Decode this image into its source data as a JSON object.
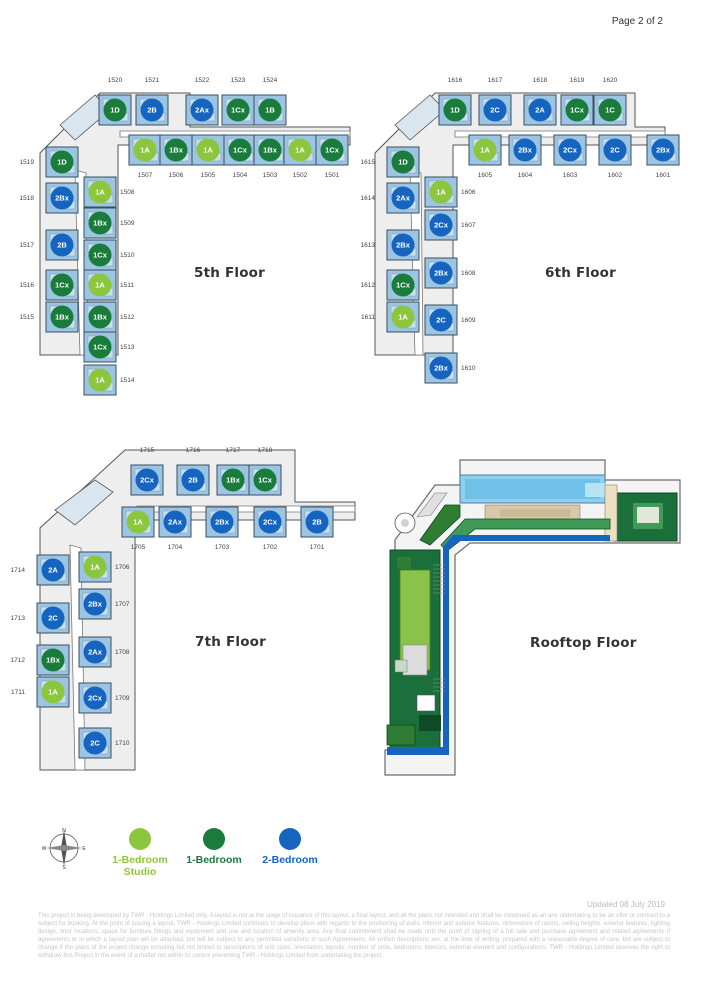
{
  "page": {
    "label": "Page 2 of 2",
    "updated": "Updated 08 July 2019"
  },
  "colors": {
    "studio": "#8cc63f",
    "one_bed": "#1a7c3b",
    "two_bed": "#1565c0",
    "unit_fill": "#9cc5e4",
    "wall": "#3a4f60"
  },
  "floors": {
    "f5": {
      "title": "5th Floor",
      "top_units": [
        {
          "no": "1520",
          "type": "1D",
          "t": "1"
        },
        {
          "no": "1521",
          "type": "2B",
          "t": "2"
        },
        {
          "no": "1522",
          "type": "2Ax",
          "t": "2"
        },
        {
          "no": "1523",
          "type": "1Cx",
          "t": "1"
        },
        {
          "no": "1524",
          "type": "1B",
          "t": "1"
        }
      ],
      "mid_units": [
        {
          "no": "1507",
          "type": "1A",
          "t": "s"
        },
        {
          "no": "1506",
          "type": "1Bx",
          "t": "1"
        },
        {
          "no": "1505",
          "type": "1A",
          "t": "s"
        },
        {
          "no": "1504",
          "type": "1Cx",
          "t": "1"
        },
        {
          "no": "1503",
          "type": "1Bx",
          "t": "1"
        },
        {
          "no": "1502",
          "type": "1A",
          "t": "s"
        },
        {
          "no": "1501",
          "type": "1Cx",
          "t": "1"
        }
      ],
      "left_units": [
        {
          "no": "1519",
          "type": "1D",
          "t": "1"
        },
        {
          "no": "1518",
          "type": "2Bx",
          "t": "2"
        },
        {
          "no": "1517",
          "type": "2B",
          "t": "2"
        },
        {
          "no": "1516",
          "type": "1Cx",
          "t": "1"
        },
        {
          "no": "1515",
          "type": "1Bx",
          "t": "1"
        }
      ],
      "inner_units": [
        {
          "no": "1508",
          "type": "1A",
          "t": "s"
        },
        {
          "no": "1509",
          "type": "1Bx",
          "t": "1"
        },
        {
          "no": "1510",
          "type": "1Cx",
          "t": "1"
        },
        {
          "no": "1511",
          "type": "1A",
          "t": "s"
        },
        {
          "no": "1512",
          "type": "1Bx",
          "t": "1"
        },
        {
          "no": "1513",
          "type": "1Cx",
          "t": "1"
        },
        {
          "no": "1514",
          "type": "1A",
          "t": "s"
        }
      ]
    },
    "f6": {
      "title": "6th Floor",
      "top_units": [
        {
          "no": "1616",
          "type": "1D",
          "t": "1"
        },
        {
          "no": "1617",
          "type": "2C",
          "t": "2"
        },
        {
          "no": "1618",
          "type": "2A",
          "t": "2"
        },
        {
          "no": "1619",
          "type": "1Cx",
          "t": "1"
        },
        {
          "no": "1620",
          "type": "1C",
          "t": "1"
        }
      ],
      "mid_units": [
        {
          "no": "1605",
          "type": "1A",
          "t": "s"
        },
        {
          "no": "1604",
          "type": "2Bx",
          "t": "2"
        },
        {
          "no": "1603",
          "type": "2Cx",
          "t": "2"
        },
        {
          "no": "1602",
          "type": "2C",
          "t": "2"
        },
        {
          "no": "1601",
          "type": "2Bx",
          "t": "2"
        }
      ],
      "left_units": [
        {
          "no": "1615",
          "type": "1D",
          "t": "1"
        },
        {
          "no": "1614",
          "type": "2Ax",
          "t": "2"
        },
        {
          "no": "1613",
          "type": "2Bx",
          "t": "2"
        },
        {
          "no": "1612",
          "type": "1Cx",
          "t": "1"
        },
        {
          "no": "1611",
          "type": "1A",
          "t": "s"
        }
      ],
      "inner_units": [
        {
          "no": "1606",
          "type": "1A",
          "t": "s"
        },
        {
          "no": "1607",
          "type": "2Cx",
          "t": "2"
        },
        {
          "no": "1608",
          "type": "2Bx",
          "t": "2"
        },
        {
          "no": "1609",
          "type": "2C",
          "t": "2"
        },
        {
          "no": "1610",
          "type": "2Bx",
          "t": "2"
        }
      ]
    },
    "f7": {
      "title": "7th Floor",
      "top_units": [
        {
          "no": "1715",
          "type": "2Cx",
          "t": "2"
        },
        {
          "no": "1716",
          "type": "2B",
          "t": "2"
        },
        {
          "no": "1717",
          "type": "1Bx",
          "t": "1"
        },
        {
          "no": "1718",
          "type": "1Cx",
          "t": "1"
        }
      ],
      "mid_units": [
        {
          "no": "1705",
          "type": "1A",
          "t": "s"
        },
        {
          "no": "1704",
          "type": "2Ax",
          "t": "2"
        },
        {
          "no": "1703",
          "type": "2Bx",
          "t": "2"
        },
        {
          "no": "1702",
          "type": "2Cx",
          "t": "2"
        },
        {
          "no": "1701",
          "type": "2B",
          "t": "2"
        }
      ],
      "left_units": [
        {
          "no": "1714",
          "type": "2A",
          "t": "2"
        },
        {
          "no": "1713",
          "type": "2C",
          "t": "2"
        },
        {
          "no": "1712",
          "type": "1Bx",
          "t": "1"
        },
        {
          "no": "1711",
          "type": "1A",
          "t": "s"
        }
      ],
      "inner_units": [
        {
          "no": "1706",
          "type": "1A",
          "t": "s"
        },
        {
          "no": "1707",
          "type": "2Bx",
          "t": "2"
        },
        {
          "no": "1708",
          "type": "2Ax",
          "t": "2"
        },
        {
          "no": "1709",
          "type": "2Cx",
          "t": "2"
        },
        {
          "no": "1710",
          "type": "2C",
          "t": "2"
        }
      ]
    },
    "roof": {
      "title": "Rooftop Floor"
    }
  },
  "legend": {
    "studio": "1-Bedroom Studio",
    "studio_line1": "1-Bedroom",
    "studio_line2": "Studio",
    "one_bed": "1-Bedroom",
    "two_bed": "2-Bedroom"
  },
  "compass": {
    "n": "N",
    "s": "S",
    "w": "W",
    "e": "E"
  },
  "disclaimer": "This project is being developed by TWR - Holdings Limited only. A layout is not at the stage of issuance of this layout, a final layout, and all the plans not intended and shall be construed as an any undertaking to be an offer or contract to a subject for booking. At the point of issuing a layout, TWR - Holdings Limited continues to develop plans with regards to the positioning of walls, interior and exterior features, dimensions of rooms, ceiling heights, exterior features, lighting design, door locations, space for furniture fittings and equipment and use and location of amenity area. Any final commitment shall be made until the point of signing of a full sale and purchase agreement and related agreements if agreements or in which a layout plan will be attached, but will be subject to any permitted variations in such Agreements. All written descriptions are, at the time of writing, prepared with a reasonable degree of care, but are subject to change if the plans of the project change including but not limited to descriptions of unit sizes, orientation, layouts, number of units, bedrooms, interiors, external element and configurations. TWR - Holdings Limited reserves the right to withdraw this Project in the event of a matter not within its control preventing TWR - Holdings Limited from undertaking the project."
}
